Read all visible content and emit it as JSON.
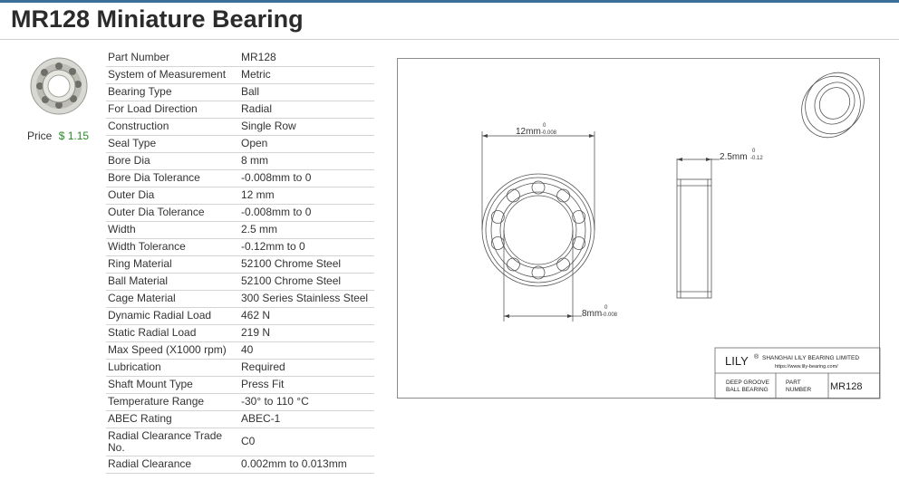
{
  "page": {
    "title": "MR128 Miniature Bearing"
  },
  "product": {
    "price_label": "Price",
    "price_value": "$ 1.15",
    "thumbnail_icon": "bearing-thumbnail-icon"
  },
  "specs": [
    {
      "k": "Part Number",
      "v": "MR128"
    },
    {
      "k": "System of Measurement",
      "v": "Metric"
    },
    {
      "k": "Bearing Type",
      "v": "Ball"
    },
    {
      "k": "For Load Direction",
      "v": "Radial"
    },
    {
      "k": "Construction",
      "v": "Single Row"
    },
    {
      "k": "Seal Type",
      "v": "Open"
    },
    {
      "k": "Bore Dia",
      "v": "8 mm"
    },
    {
      "k": "Bore Dia Tolerance",
      "v": "-0.008mm to 0"
    },
    {
      "k": "Outer Dia",
      "v": "12 mm"
    },
    {
      "k": "Outer Dia Tolerance",
      "v": "-0.008mm to 0"
    },
    {
      "k": "Width",
      "v": "2.5 mm"
    },
    {
      "k": "Width Tolerance",
      "v": "-0.12mm to 0"
    },
    {
      "k": "Ring Material",
      "v": "52100 Chrome Steel"
    },
    {
      "k": "Ball Material",
      "v": "52100 Chrome Steel"
    },
    {
      "k": "Cage Material",
      "v": "300 Series Stainless Steel"
    },
    {
      "k": "Dynamic Radial Load",
      "v": "462 N"
    },
    {
      "k": "Static Radial Load",
      "v": "219 N"
    },
    {
      "k": "Max Speed (X1000 rpm)",
      "v": "40"
    },
    {
      "k": "Lubrication",
      "v": "Required"
    },
    {
      "k": "Shaft Mount Type",
      "v": "Press Fit"
    },
    {
      "k": "Temperature Range",
      "v": "-30° to 110 °C"
    },
    {
      "k": "ABEC Rating",
      "v": "ABEC-1"
    },
    {
      "k": "Radial Clearance Trade No.",
      "v": "C0"
    },
    {
      "k": "Radial Clearance",
      "v": "0.002mm to 0.013mm"
    }
  ],
  "drawing": {
    "outer_dim": "12mm",
    "outer_tol_upper": "0",
    "outer_tol_lower": "-0.008",
    "width_dim": "2.5mm",
    "width_tol_upper": "0",
    "width_tol_lower": "-0.12",
    "bore_dim": "8mm",
    "bore_tol_upper": "0",
    "bore_tol_lower": "-0.008",
    "brand": "LILY",
    "brand_mark": "®",
    "company": "SHANGHAI LILY BEARING LIMITED",
    "website": "https://www.lily-bearing.com/",
    "type_line1": "DEEP GROOVE",
    "type_line2": "BALL BEARING",
    "part_label1": "PART",
    "part_label2": "NUMBER",
    "part_number": "MR128"
  }
}
